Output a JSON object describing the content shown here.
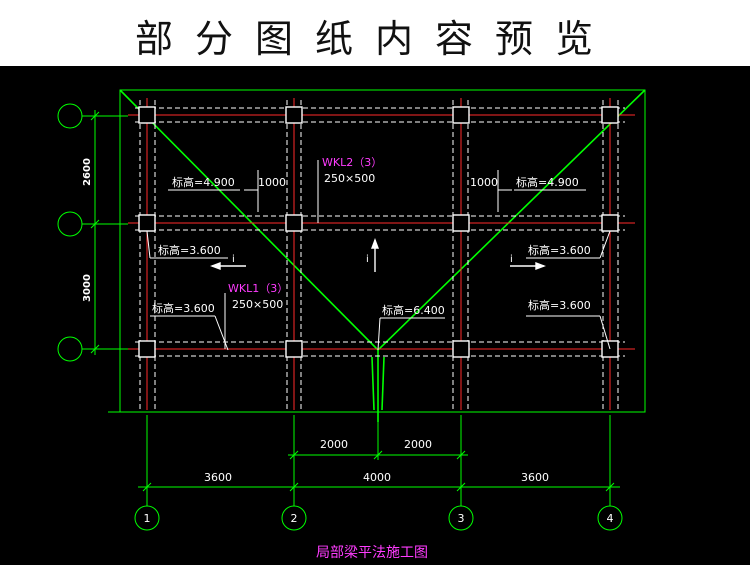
{
  "header": {
    "title": "部分图纸内容预览"
  },
  "drawing": {
    "caption": "局部梁平法施工图",
    "colors": {
      "background": "#000000",
      "green": "#00ff00",
      "white": "#ffffff",
      "red": "#ff2a2a",
      "magenta": "#ff3cff"
    },
    "dimensions": {
      "left_top": "2600",
      "left_bottom": "3000",
      "mid_left": "2000",
      "mid_right": "2000",
      "bay_1": "3600",
      "bay_2": "4000",
      "bay_3": "3600",
      "stub_left": "1000",
      "stub_right": "1000"
    },
    "elevations": {
      "top_left": "标高=4.900",
      "top_right": "标高=4.900",
      "mid_left": "标高=3.600",
      "mid_right": "标高=3.600",
      "low_left": "标高=3.600",
      "low_right": "标高=3.600",
      "ridge": "标高=6.400"
    },
    "beams": {
      "wkl2_name": "WKL2（3）",
      "wkl2_size": "250×500",
      "wkl1_name": "WKL1（3）",
      "wkl1_size": "250×500"
    },
    "slope_marks": {
      "left": "i",
      "right": "i",
      "center": "i"
    },
    "axis_numbers": [
      "1",
      "2",
      "3",
      "4"
    ]
  }
}
